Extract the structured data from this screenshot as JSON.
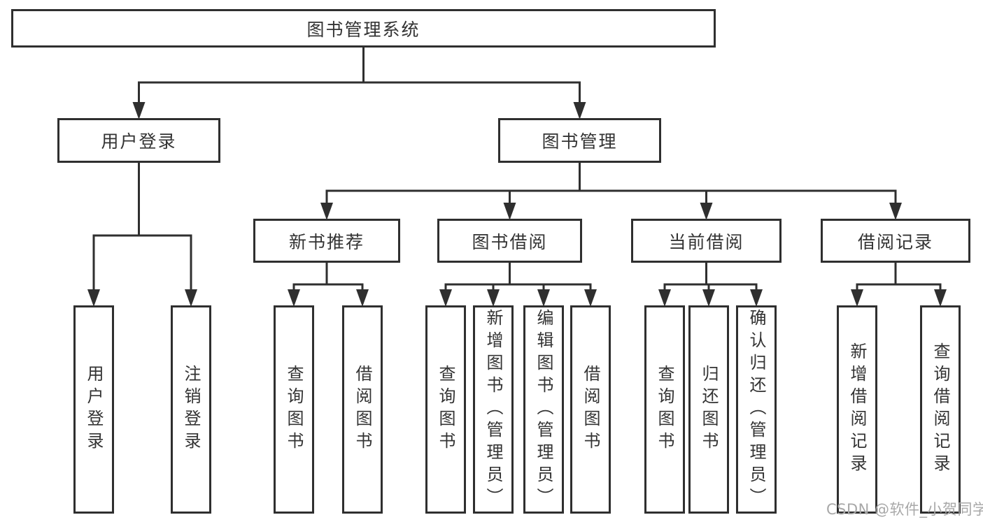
{
  "diagram": {
    "title": "图书管理系统",
    "watermark": "CSDN @软件_小贺同学",
    "colors": {
      "line": "#2f2f2f",
      "text": "#333333",
      "watermark": "#a8a8a8",
      "background": "#ffffff"
    },
    "nodes": [
      {
        "id": "root",
        "label": "图书管理系统",
        "parent": null,
        "shape": "wide"
      },
      {
        "id": "user-login",
        "label": "用户登录",
        "parent": "root",
        "shape": "wide"
      },
      {
        "id": "book-mgmt",
        "label": "图书管理",
        "parent": "root",
        "shape": "wide"
      },
      {
        "id": "new-book-rec",
        "label": "新书推荐",
        "parent": "book-mgmt",
        "shape": "wide"
      },
      {
        "id": "book-borrow",
        "label": "图书借阅",
        "parent": "book-mgmt",
        "shape": "wide"
      },
      {
        "id": "current-borrow",
        "label": "当前借阅",
        "parent": "book-mgmt",
        "shape": "wide"
      },
      {
        "id": "borrow-record",
        "label": "借阅记录",
        "parent": "book-mgmt",
        "shape": "wide"
      },
      {
        "id": "leaf-user-login",
        "label": "用户登录",
        "parent": "user-login",
        "shape": "vertical"
      },
      {
        "id": "leaf-logout",
        "label": "注销登录",
        "parent": "user-login",
        "shape": "vertical"
      },
      {
        "id": "leaf-query-book-1",
        "label": "查询图书",
        "parent": "new-book-rec",
        "shape": "vertical"
      },
      {
        "id": "leaf-borrow-book-1",
        "label": "借阅图书",
        "parent": "new-book-rec",
        "shape": "vertical"
      },
      {
        "id": "leaf-query-book-2",
        "label": "查询图书",
        "parent": "book-borrow",
        "shape": "vertical"
      },
      {
        "id": "leaf-add-book",
        "label": "新增图书（管理员）",
        "parent": "book-borrow",
        "shape": "vertical"
      },
      {
        "id": "leaf-edit-book",
        "label": "编辑图书（管理员）",
        "parent": "book-borrow",
        "shape": "vertical"
      },
      {
        "id": "leaf-borrow-book-2",
        "label": "借阅图书",
        "parent": "book-borrow",
        "shape": "vertical"
      },
      {
        "id": "leaf-query-book-3",
        "label": "查询图书",
        "parent": "current-borrow",
        "shape": "vertical"
      },
      {
        "id": "leaf-return-book",
        "label": "归还图书",
        "parent": "current-borrow",
        "shape": "vertical"
      },
      {
        "id": "leaf-confirm-return",
        "label": "确认归还（管理员）",
        "parent": "current-borrow",
        "shape": "vertical"
      },
      {
        "id": "leaf-add-borrow-record",
        "label": "新增借阅记录",
        "parent": "borrow-record",
        "shape": "vertical"
      },
      {
        "id": "leaf-query-borrow-record",
        "label": "查询借阅记录",
        "parent": "borrow-record",
        "shape": "vertical"
      }
    ]
  }
}
